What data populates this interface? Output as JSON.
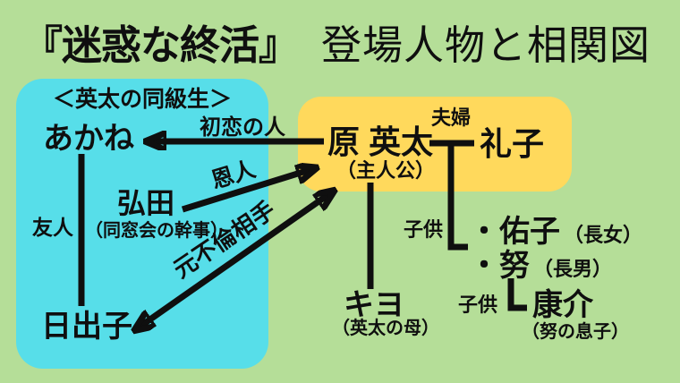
{
  "title": {
    "work": "『迷惑な終活』",
    "subtitle": "登場人物と相関図"
  },
  "colors": {
    "background": "#b5de98",
    "classmates_box": "#57dee9",
    "family_box": "#ffd95c",
    "ink": "#0f0f0f"
  },
  "classmates": {
    "header": "＜英太の同級生＞",
    "akane": "あかね",
    "hirota": "弘田",
    "hirota_note": "（同窓会の幹事）",
    "hideko": "日出子"
  },
  "main_couple": {
    "eita": "原 英太",
    "eita_note": "（主人公）",
    "reiko": "礼子"
  },
  "family": {
    "kiyo": "キヨ",
    "kiyo_note": "（英太の母）",
    "yuko": "・佑子",
    "yuko_note": "（長女）",
    "tsutomu": "・努",
    "tsutomu_note": "（長男）",
    "kosuke": "康介",
    "kosuke_note": "（努の息子）"
  },
  "relations": {
    "first_love": "初恋の人",
    "benefactor": "恩人",
    "friend": "友人",
    "ex_affair": "元不倫相手",
    "couple": "夫婦",
    "children": "子供",
    "grandchild": "子供"
  }
}
